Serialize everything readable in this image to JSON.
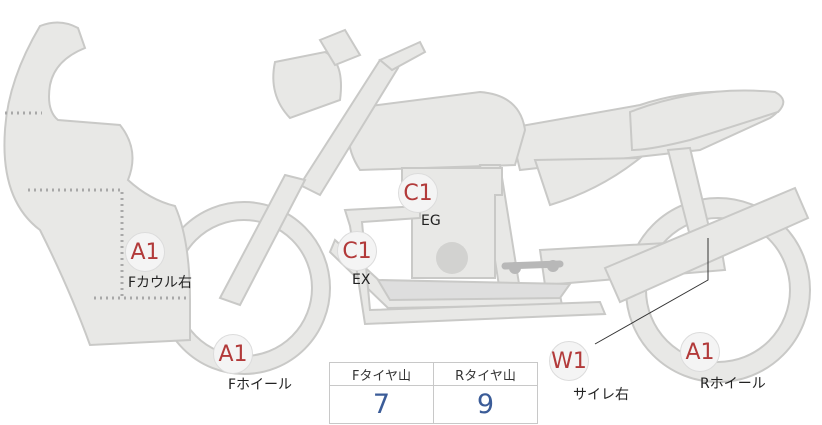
{
  "markers": [
    {
      "id": "f-cowl-right",
      "grade": "A1",
      "label": "Fカウル右"
    },
    {
      "id": "front-wheel",
      "grade": "A1",
      "label": "Fホイール"
    },
    {
      "id": "exhaust",
      "grade": "C1",
      "label": "EX"
    },
    {
      "id": "engine",
      "grade": "C1",
      "label": "EG"
    },
    {
      "id": "silencer-right",
      "grade": "W1",
      "label": "サイレ右"
    },
    {
      "id": "rear-wheel",
      "grade": "A1",
      "label": "Rホイール"
    }
  ],
  "tread_table": {
    "headers": [
      "Fタイヤ山",
      "Rタイヤ山"
    ],
    "values": [
      "7",
      "9"
    ]
  },
  "colors": {
    "body_fill": "#e8e8e6",
    "body_stroke": "#c9c9c7",
    "grade_text": "#b23a3a",
    "tread_value": "#3b5c98"
  }
}
